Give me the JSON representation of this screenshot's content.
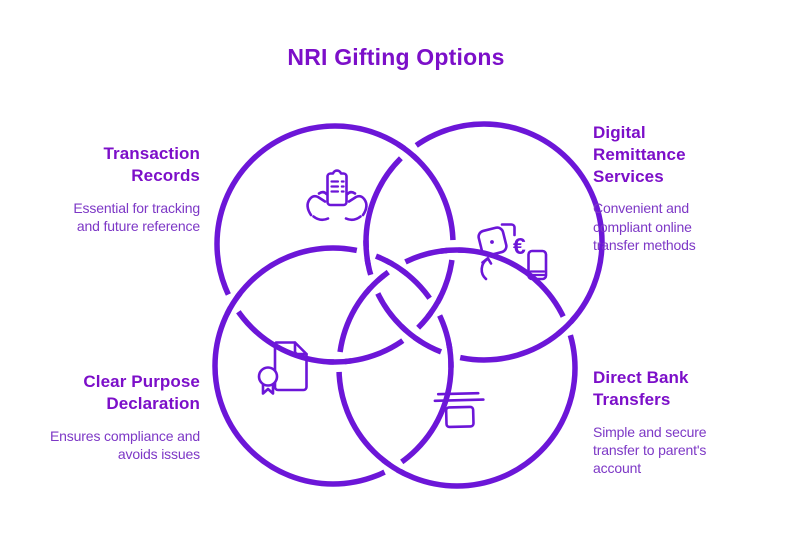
{
  "title": "NRI Gifting Options",
  "colors": {
    "accent": "#6c16d8",
    "heading": "#7c0fc9",
    "body": "#7d38c6"
  },
  "sections": [
    {
      "id": "transaction-records",
      "position": "top-left",
      "heading": "Transaction Records",
      "description": "Essential for tracking and future reference",
      "icon": "hands-holding-record-icon"
    },
    {
      "id": "digital-remittance-services",
      "position": "top-right",
      "heading": "Digital Remittance Services",
      "description": "Convenient and compliant online transfer methods",
      "icon": "currency-exchange-phone-icon"
    },
    {
      "id": "clear-purpose-declaration",
      "position": "bottom-left",
      "heading": "Clear Purpose Declaration",
      "description": "Ensures compliance and avoids issues",
      "icon": "certified-document-icon"
    },
    {
      "id": "direct-bank-transfers",
      "position": "bottom-right",
      "heading": "Direct Bank Transfers",
      "description": "Simple and secure transfer to parent's account",
      "icon": "bank-deposit-icon"
    }
  ]
}
